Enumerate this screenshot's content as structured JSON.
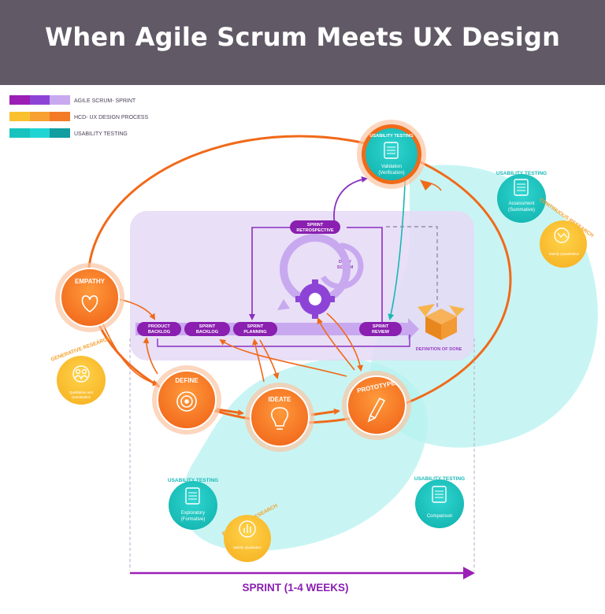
{
  "title": "When Agile Scrum Meets UX Design",
  "legend": [
    {
      "label": "AGILE SCRUM- SPRINT",
      "colors": [
        "#9b1fb5",
        "#8d44d6",
        "#c8a9ef"
      ]
    },
    {
      "label": "HCD- UX DESIGN PROCESS",
      "colors": [
        "#f9c12d",
        "#f7a132",
        "#f37b28"
      ]
    },
    {
      "label": "USABILITY TESTING",
      "colors": [
        "#18c3bf",
        "#1fd5d4",
        "#109ea0"
      ]
    }
  ],
  "ux": {
    "empathy": "EMPATHY",
    "define": "DEFINE",
    "ideate": "IDEATE",
    "prototype": "PROTOTYPE"
  },
  "scrum": {
    "product_backlog": [
      "PRODUCT",
      "BACKLOG"
    ],
    "sprint_backlog": [
      "SPRINT",
      "BACKLOG"
    ],
    "sprint_planning": [
      "SPRINT",
      "PLANNING"
    ],
    "sprint_review": [
      "SPRINT",
      "REVIEW"
    ],
    "sprint_retrospective": [
      "SPRINT",
      "RETROSPECTIVE"
    ],
    "daily_scrum": [
      "DAILY",
      "SCRUM"
    ],
    "definition_of_done": "DEFINITION OF DONE"
  },
  "testing": {
    "top_label": "USABILITY TESTING",
    "top_caption": [
      "Validation",
      "(Verification)"
    ],
    "right_label": "USABILITY TESTING",
    "right_caption": [
      "Assessment",
      "(Summative)"
    ],
    "bottom_left_label": "USABILITY TESTING",
    "bottom_left_caption": [
      "Exploratory",
      "(Formative)"
    ],
    "bottom_right_label": "USABILITY TESTING",
    "bottom_right_caption": [
      "Comparison"
    ]
  },
  "research": {
    "generative_label": "GENERATIVE RESEARCH",
    "generative_caption": [
      "Qualitative and",
      "Quantitative"
    ],
    "continuous_label": "CONTINUOUS RESEARCH",
    "continuous_caption": [
      "Mainly Quantitative"
    ],
    "evaluative_label": "EVALUATIVE RESEARCH",
    "evaluative_caption": [
      "Mainly Qualitative"
    ]
  },
  "sprint_label": "SPRINT (1-4 WEEKS)"
}
